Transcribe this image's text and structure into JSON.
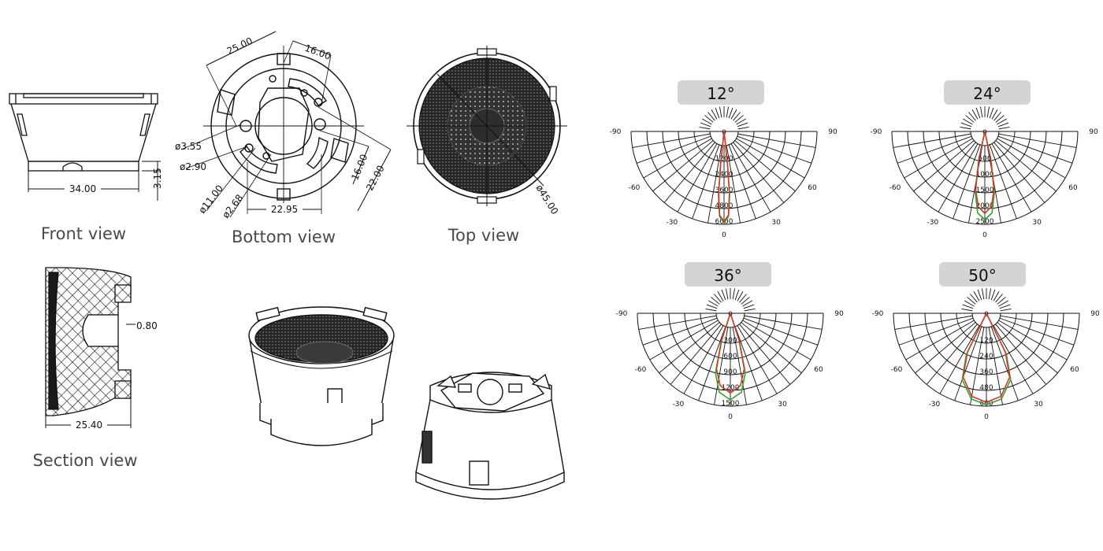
{
  "views": {
    "front_caption": "Front view",
    "bottom_caption": "Bottom view",
    "top_caption": "Top view",
    "section_caption": "Section view"
  },
  "dimensions": {
    "front_width": "34.00",
    "front_height": "3.15",
    "bottom_25": "25.00",
    "bottom_16_top": "16.00",
    "bottom_16_right": "16.00",
    "bottom_22": "22.00",
    "bottom_2295": "22.95",
    "bottom_d355": "ø3.55",
    "bottom_d290": "ø2.90",
    "bottom_d1100": "ø11.00",
    "bottom_d268": "ø2.68",
    "top_d4500": "ø45.00",
    "section_080": "0.80",
    "section_2540": "25.40"
  },
  "colors": {
    "line": "#111111",
    "caption": "#4a4a4a",
    "badge": "#d4d4d4",
    "curve_green": "#2fa62f",
    "curve_red": "#d23a2a",
    "hatch_fill": "#555555"
  },
  "chart_data": [
    {
      "type": "polar",
      "title": "12°",
      "angle_ticks": [
        "-90",
        "-60",
        "-30",
        "0",
        "30",
        "60",
        "90"
      ],
      "radial_ticks": [
        "1200",
        "2400",
        "3600",
        "4800",
        "6000"
      ],
      "rmax": 6000,
      "series": [
        {
          "color": "#2fa62f",
          "points": [
            [
              0,
              5900
            ],
            [
              3,
              5400
            ],
            [
              5,
              3800
            ],
            [
              6,
              1500
            ],
            [
              8,
              0
            ]
          ]
        },
        {
          "color": "#d23a2a",
          "points": [
            [
              0,
              5800
            ],
            [
              3,
              5300
            ],
            [
              5,
              3600
            ],
            [
              6,
              1400
            ],
            [
              8,
              0
            ]
          ]
        }
      ]
    },
    {
      "type": "polar",
      "title": "24°",
      "angle_ticks": [
        "-90",
        "-60",
        "-30",
        "0",
        "30",
        "60",
        "90"
      ],
      "radial_ticks": [
        "500",
        "1000",
        "1500",
        "2000",
        "2500"
      ],
      "rmax": 2500,
      "series": [
        {
          "color": "#2fa62f",
          "points": [
            [
              0,
              2350
            ],
            [
              5,
              2150
            ],
            [
              9,
              1500
            ],
            [
              12,
              500
            ],
            [
              15,
              0
            ]
          ]
        },
        {
          "color": "#d23a2a",
          "points": [
            [
              0,
              2150
            ],
            [
              5,
              1950
            ],
            [
              9,
              1400
            ],
            [
              12,
              450
            ],
            [
              15,
              0
            ]
          ]
        }
      ]
    },
    {
      "type": "polar",
      "title": "36°",
      "angle_ticks": [
        "-90",
        "-60",
        "-30",
        "0",
        "30",
        "60",
        "90"
      ],
      "radial_ticks": [
        "300",
        "600",
        "900",
        "1200",
        "1500"
      ],
      "rmax": 1500,
      "series": [
        {
          "color": "#2fa62f",
          "points": [
            [
              0,
              1380
            ],
            [
              8,
              1250
            ],
            [
              14,
              900
            ],
            [
              18,
              300
            ],
            [
              22,
              0
            ]
          ]
        },
        {
          "color": "#d23a2a",
          "points": [
            [
              0,
              1250
            ],
            [
              8,
              1120
            ],
            [
              14,
              820
            ],
            [
              18,
              260
            ],
            [
              22,
              0
            ]
          ]
        }
      ]
    },
    {
      "type": "polar",
      "title": "50°",
      "angle_ticks": [
        "-90",
        "-60",
        "-30",
        "0",
        "30",
        "60",
        "90"
      ],
      "radial_ticks": [
        "120",
        "240",
        "360",
        "480",
        "600"
      ],
      "rmax": 600,
      "series": [
        {
          "color": "#2fa62f",
          "points": [
            [
              0,
              590
            ],
            [
              10,
              555
            ],
            [
              20,
              430
            ],
            [
              26,
              240
            ],
            [
              32,
              0
            ]
          ]
        },
        {
          "color": "#d23a2a",
          "points": [
            [
              0,
              570
            ],
            [
              10,
              535
            ],
            [
              20,
              410
            ],
            [
              26,
              220
            ],
            [
              32,
              0
            ]
          ]
        }
      ]
    }
  ]
}
